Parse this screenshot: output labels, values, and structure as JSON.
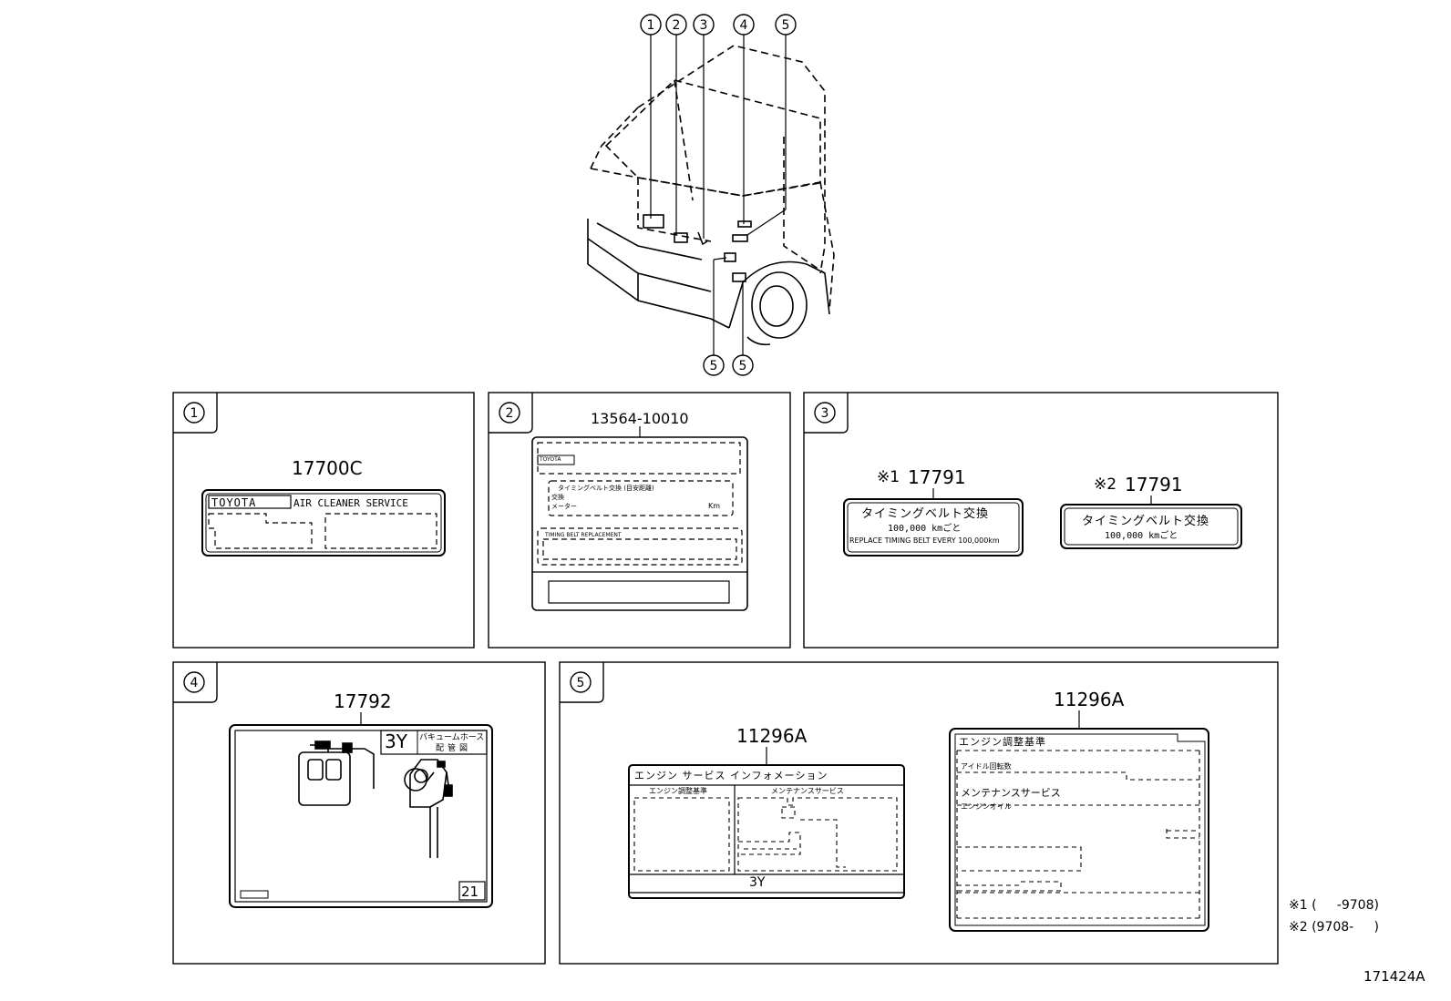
{
  "callouts": {
    "c1": "①",
    "c2": "②",
    "c3": "③",
    "c4": "④",
    "c5": "⑤"
  },
  "panel1": {
    "badge": "①",
    "part": "17700C",
    "label_brand": "TOYOTA",
    "label_text": "AIR CLEANER SERVICE"
  },
  "panel2": {
    "badge": "②",
    "part": "13564-10010",
    "line_a": "TOYOTA",
    "line_b1": "タイミングベルト交換 (目安距離)",
    "line_b2": "交換",
    "line_b3": "メーター",
    "unit": "Km",
    "line_c": "TIMING BELT REPLACEMENT"
  },
  "panel3": {
    "badge": "③",
    "label1": {
      "mark": "※1",
      "part": "17791",
      "jp": "タイミングベルト交換",
      "dist": "100,000 kmごと",
      "en": "REPLACE TIMING BELT EVERY 100,000km"
    },
    "label2": {
      "mark": "※2",
      "part": "17791",
      "jp": "タイミングベルト交換",
      "dist": "100,000 kmごと"
    }
  },
  "panel4": {
    "badge": "④",
    "part": "17792",
    "engine": "3Y",
    "title_jp1": "バキュームホース",
    "title_jp2": "配管図",
    "page_no": "21"
  },
  "panel5": {
    "badge": "⑤",
    "label_a": {
      "part": "11296A",
      "header": "エンジン サービス インフォメーション",
      "left_head": "エンジン調整基準",
      "right_head": "メンテナンスサービス",
      "footer": "3Y"
    },
    "label_b": {
      "part": "11296A",
      "head": "エンジン調整基準",
      "idle": "アイドル回転数",
      "maint": "メンテナンスサービス",
      "oil": "エンジンオイル"
    }
  },
  "notes": {
    "n1": "※1 (     -9708)",
    "n2": "※2 (9708-     )"
  },
  "figure_id": "171424A"
}
